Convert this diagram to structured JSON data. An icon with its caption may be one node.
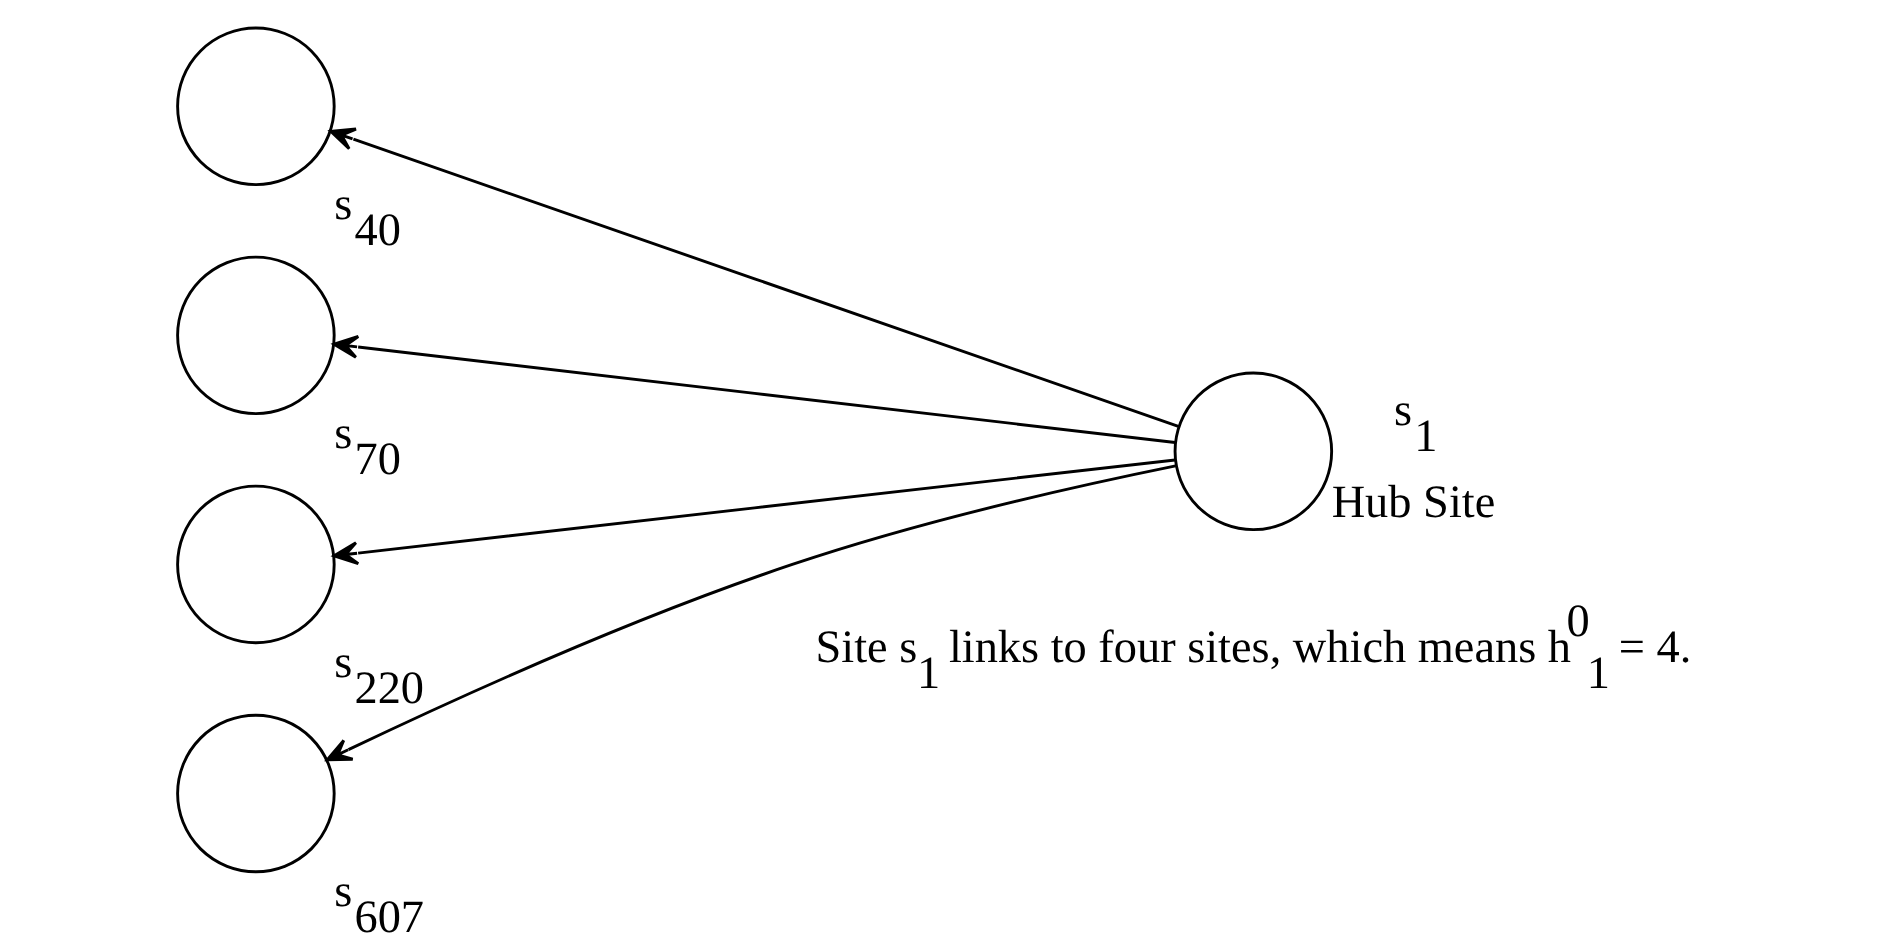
{
  "diagram": {
    "nodes": [
      {
        "text": [],
        "shape": "circle",
        "beside": [
          "s$_{40}$"
        ]
      },
      {
        "text": [],
        "shape": "circle",
        "beside": [
          "s$_{70}$"
        ]
      },
      {
        "text": [],
        "shape": "circle",
        "beside": [
          "s$_{220}$"
        ]
      },
      {
        "text": [],
        "shape": "circle",
        "beside": [
          "s$_{607}$"
        ]
      },
      {
        "text": [],
        "shape": "circle",
        "beside": [
          "s$_{1}$",
          "Hub Site"
        ]
      }
    ],
    "edges": [
      {
        "from": 4,
        "to": 0,
        "arrow": "to"
      },
      {
        "from": 4,
        "to": 1,
        "arrow": "to"
      },
      {
        "from": 4,
        "to": 2,
        "arrow": "to"
      },
      {
        "from": 4,
        "to": 3,
        "arrow": "to"
      }
    ],
    "labels": [
      "Site s$_{1}$ links to four sites, which means h$^{0}$$_{1}$ = 4."
    ]
  }
}
